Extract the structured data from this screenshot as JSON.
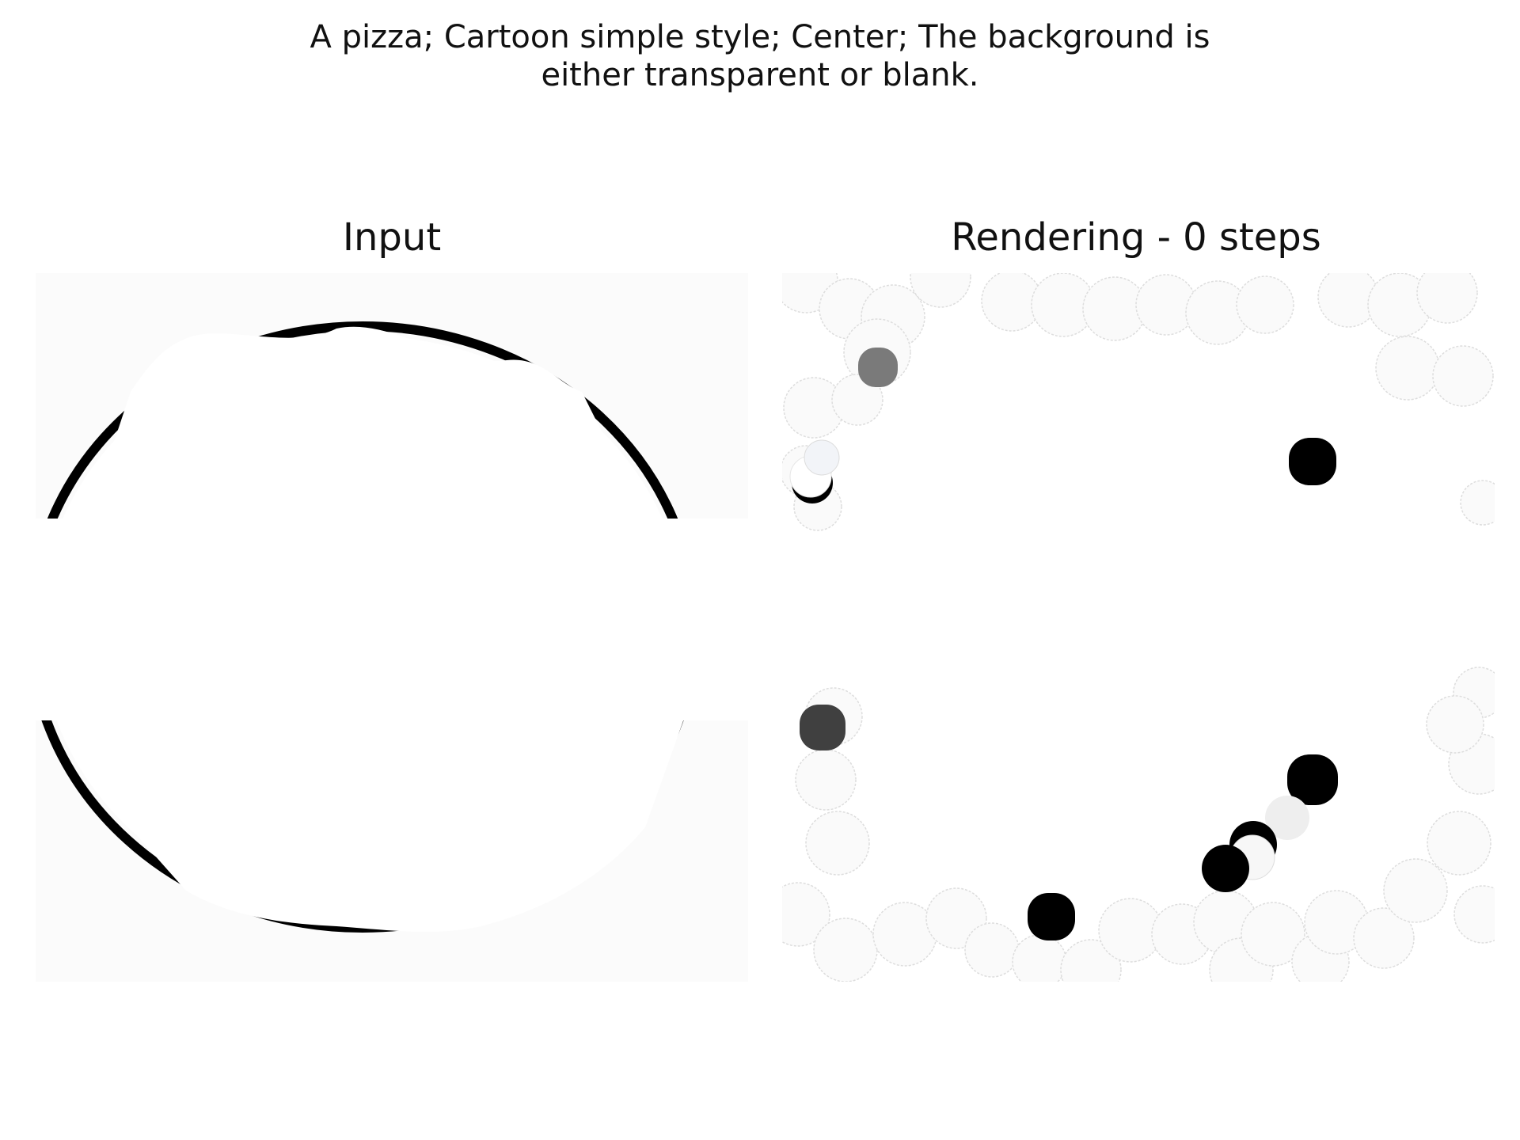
{
  "caption": {
    "line1": "A pizza; Cartoon simple style; Center; The background is",
    "line2": "either transparent or blank."
  },
  "panels": {
    "input_title": "Input",
    "rendering_title": "Rendering - 0 steps"
  },
  "colors": {
    "background": "#ffffff",
    "canvas": "#fbfbfb",
    "ink": "#000000",
    "blob_outline": "#dddddd",
    "gray_blob": "#7a7a7a",
    "dark_blob": "#404040"
  }
}
